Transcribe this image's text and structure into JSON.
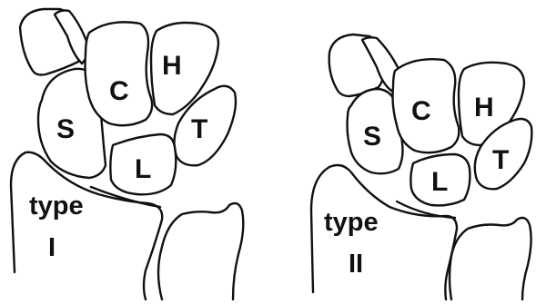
{
  "panels": [
    {
      "bones": {
        "scaphoid": "S",
        "capitate": "C",
        "hamate": "H",
        "triquetrum": "T",
        "lunate": "L"
      },
      "type_word": "type",
      "type_numeral": "I"
    },
    {
      "bones": {
        "scaphoid": "S",
        "capitate": "C",
        "hamate": "H",
        "triquetrum": "T",
        "lunate": "L"
      },
      "type_word": "type",
      "type_numeral": "II"
    }
  ]
}
